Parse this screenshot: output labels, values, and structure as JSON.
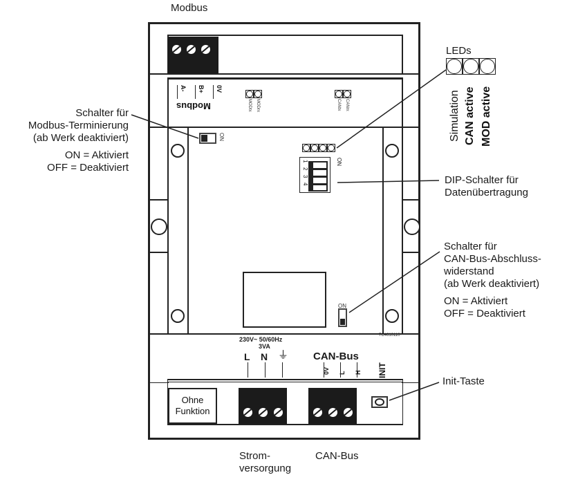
{
  "title_top": "Modbus",
  "device": {
    "modbus_terminal_labels": [
      "A-",
      "B+",
      "0V"
    ],
    "modbus_silk_label": "Modbus",
    "modbus_leds": [
      "MODtx",
      "MODrx"
    ],
    "can_leds": [
      "CANtx",
      "CANrx"
    ],
    "dip_on_label": "ON",
    "dip_numbers": [
      "1",
      "2",
      "3",
      "4"
    ],
    "modbus_switch_on_label": "ON",
    "can_switch_on_label": "ON",
    "part_number": "7C4610110",
    "power_rating": "230V~ 50/60Hz",
    "power_va": "3VA",
    "power_terminals": [
      "L",
      "N",
      "⏚"
    ],
    "can_bus_silk_label": "CAN-Bus",
    "can_terminals": [
      "0V",
      "L",
      "H"
    ],
    "init_label": "INIT",
    "ohne_funktion": [
      "Ohne",
      "Funktion"
    ]
  },
  "callouts": {
    "leds": {
      "title": "LEDs",
      "items": [
        "Simulation",
        "CAN active",
        "MOD active"
      ]
    },
    "modbus_termination": {
      "lines": [
        "Schalter für",
        "Modbus-Terminierung",
        "(ab Werk deaktiviert)"
      ],
      "on": "ON = Aktiviert",
      "off": "OFF = Deaktiviert"
    },
    "dip_switch": {
      "lines": [
        "DIP-Schalter für",
        "Datenübertragung"
      ]
    },
    "can_termination": {
      "lines": [
        "Schalter für",
        "CAN-Bus-Abschluss-",
        "widerstand",
        "(ab Werk deaktiviert)"
      ],
      "on": "ON = Aktiviert",
      "off": "OFF = Deaktiviert"
    },
    "init_button": "Init-Taste"
  },
  "bottom_labels": {
    "power": [
      "Strom-",
      "versorgung"
    ],
    "can_bus": "CAN-Bus"
  }
}
